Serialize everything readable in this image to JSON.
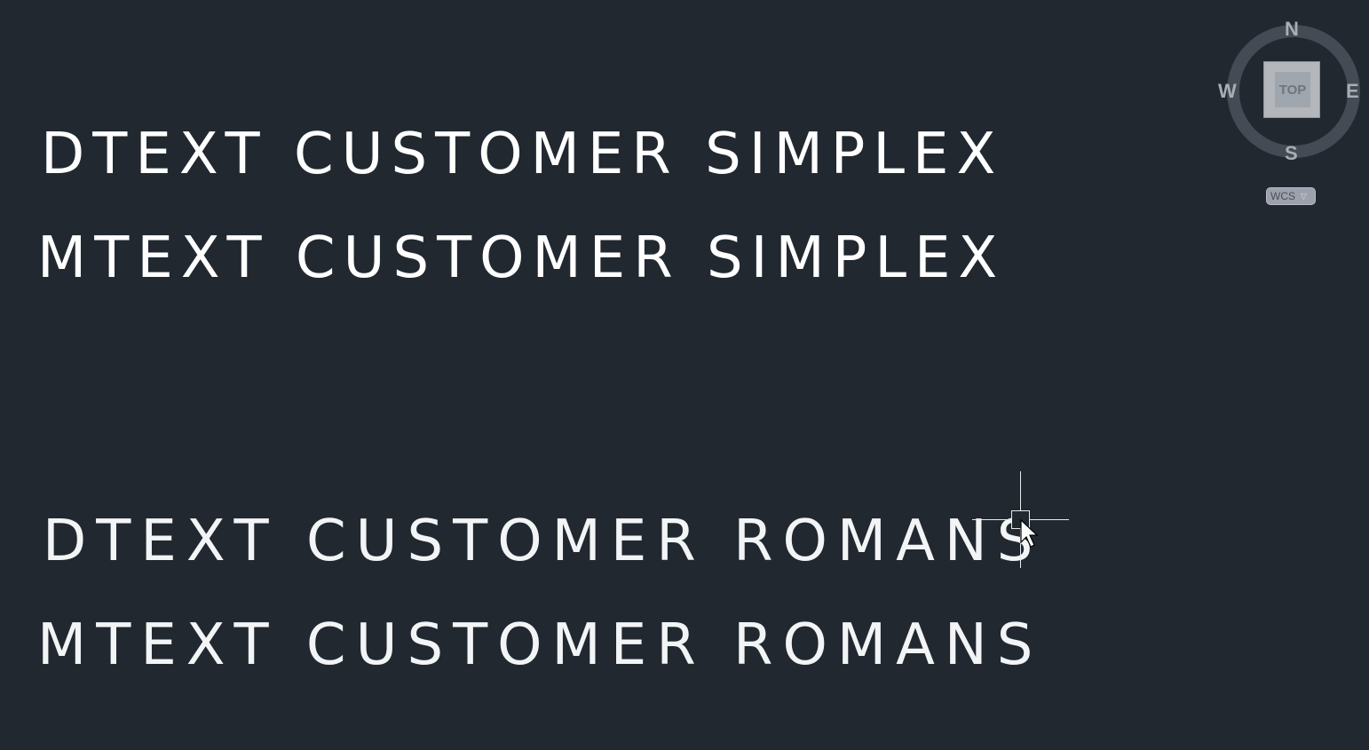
{
  "drawing": {
    "texts": [
      {
        "content": "DTEXT CUSTOMER SIMPLEX",
        "style": "simplex",
        "type": "dtext"
      },
      {
        "content": "MTEXT CUSTOMER SIMPLEX",
        "style": "simplex",
        "type": "mtext"
      },
      {
        "content": "DTEXT CUSTOMER ROMANS",
        "style": "romans",
        "type": "dtext"
      },
      {
        "content": "MTEXT CUSTOMER ROMANS",
        "style": "romans",
        "type": "mtext"
      }
    ]
  },
  "viewcube": {
    "north": "N",
    "south": "S",
    "east": "E",
    "west": "W",
    "face_label": "TOP",
    "ucs_label": "WCS"
  },
  "colors": {
    "background": "#212830",
    "text": "#ffffff",
    "ring": "#444b55"
  }
}
